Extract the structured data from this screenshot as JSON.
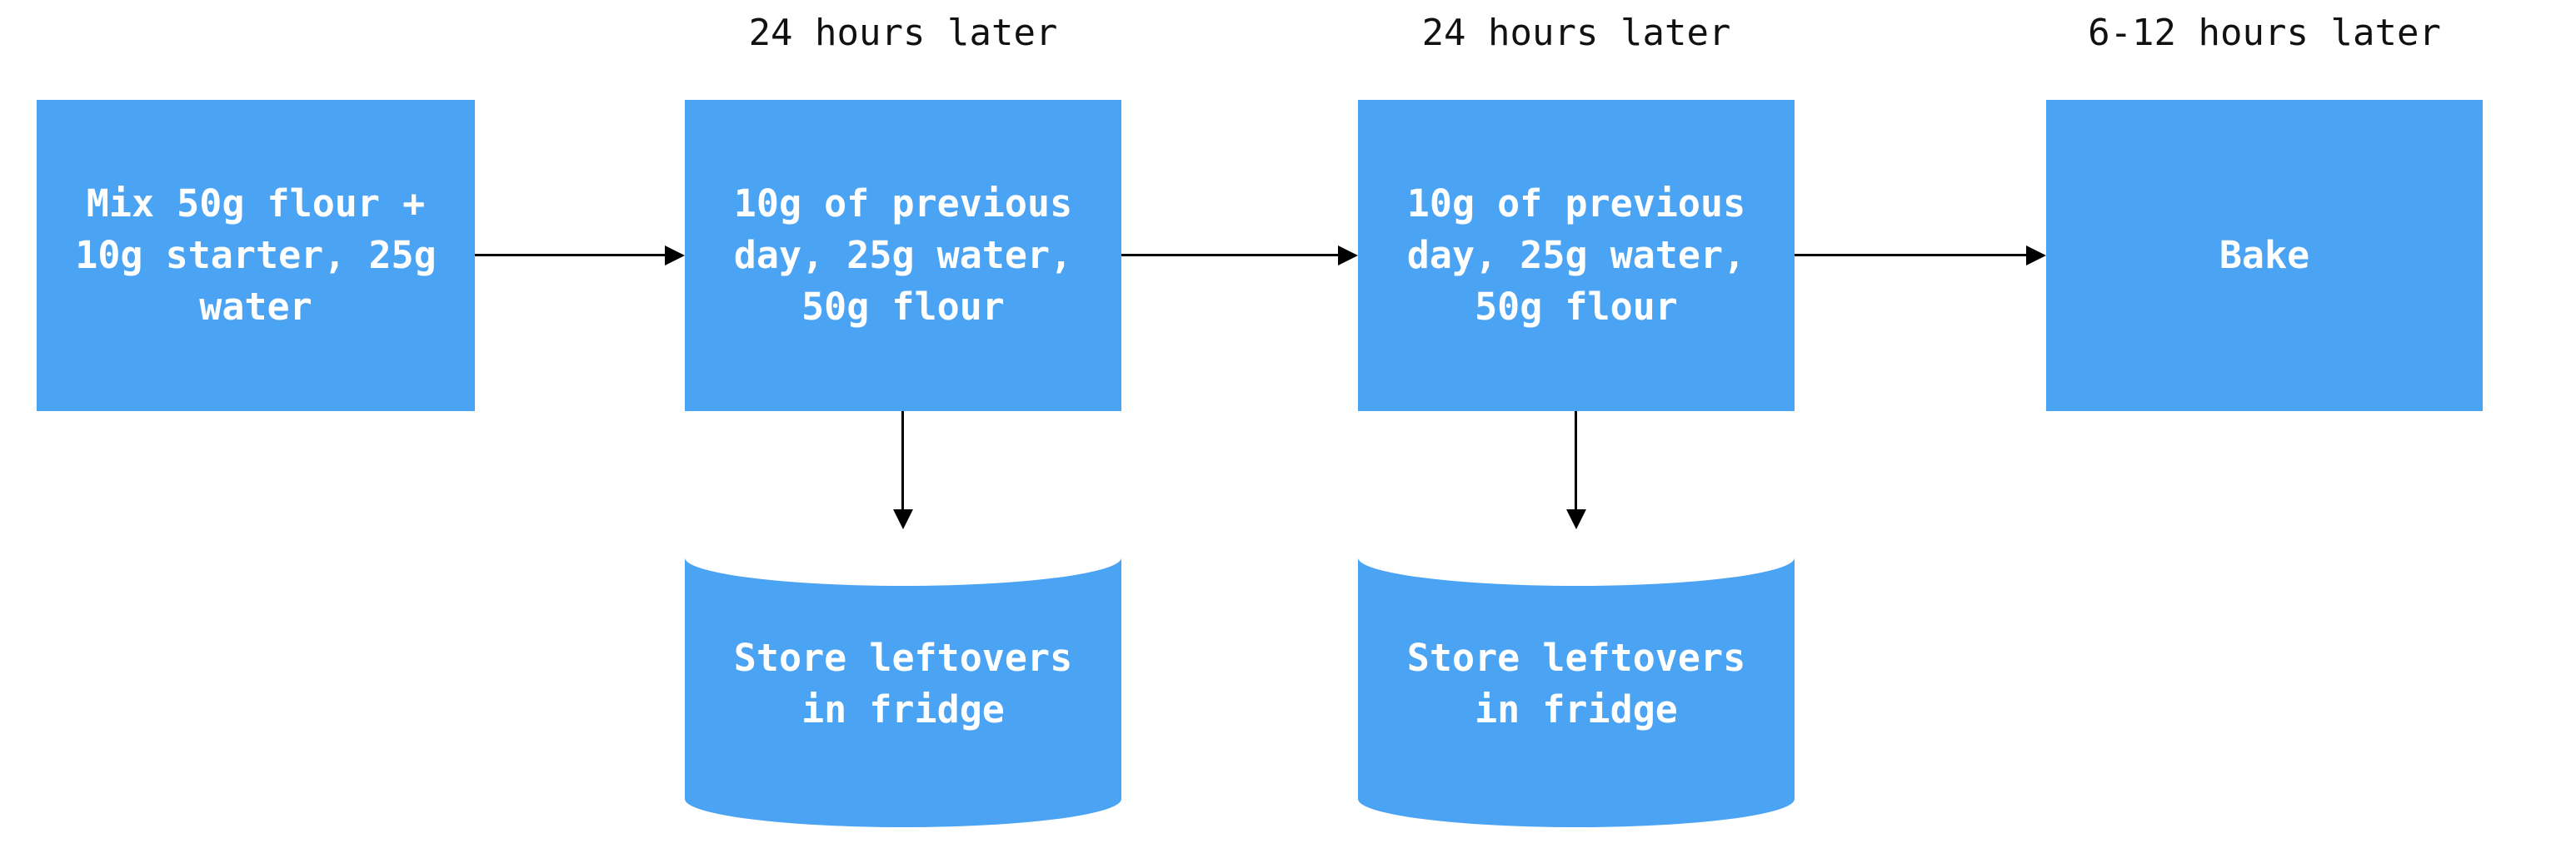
{
  "diagram": {
    "colors": {
      "node_fill": "#4BA3F3",
      "node_text": "#FFFFFF",
      "edge_label_text": "#111111",
      "arrow": "#000000",
      "background": "#FFFFFF"
    },
    "edge_labels": [
      {
        "text": "24 hours later"
      },
      {
        "text": "24 hours later"
      },
      {
        "text": "6-12 hours later"
      }
    ],
    "nodes": {
      "mix": {
        "shape": "rect",
        "text": "Mix 50g flour +\n10g starter, 25g\nwater"
      },
      "feed_day2": {
        "shape": "rect",
        "text": "10g of previous\nday, 25g water,\n50g flour"
      },
      "feed_day3": {
        "shape": "rect",
        "text": "10g of previous\nday, 25g water,\n50g flour"
      },
      "bake": {
        "shape": "rect",
        "text": "Bake"
      },
      "store_1": {
        "shape": "cylinder",
        "text": "Store leftovers\nin fridge"
      },
      "store_2": {
        "shape": "cylinder",
        "text": "Store leftovers\nin fridge"
      }
    }
  }
}
